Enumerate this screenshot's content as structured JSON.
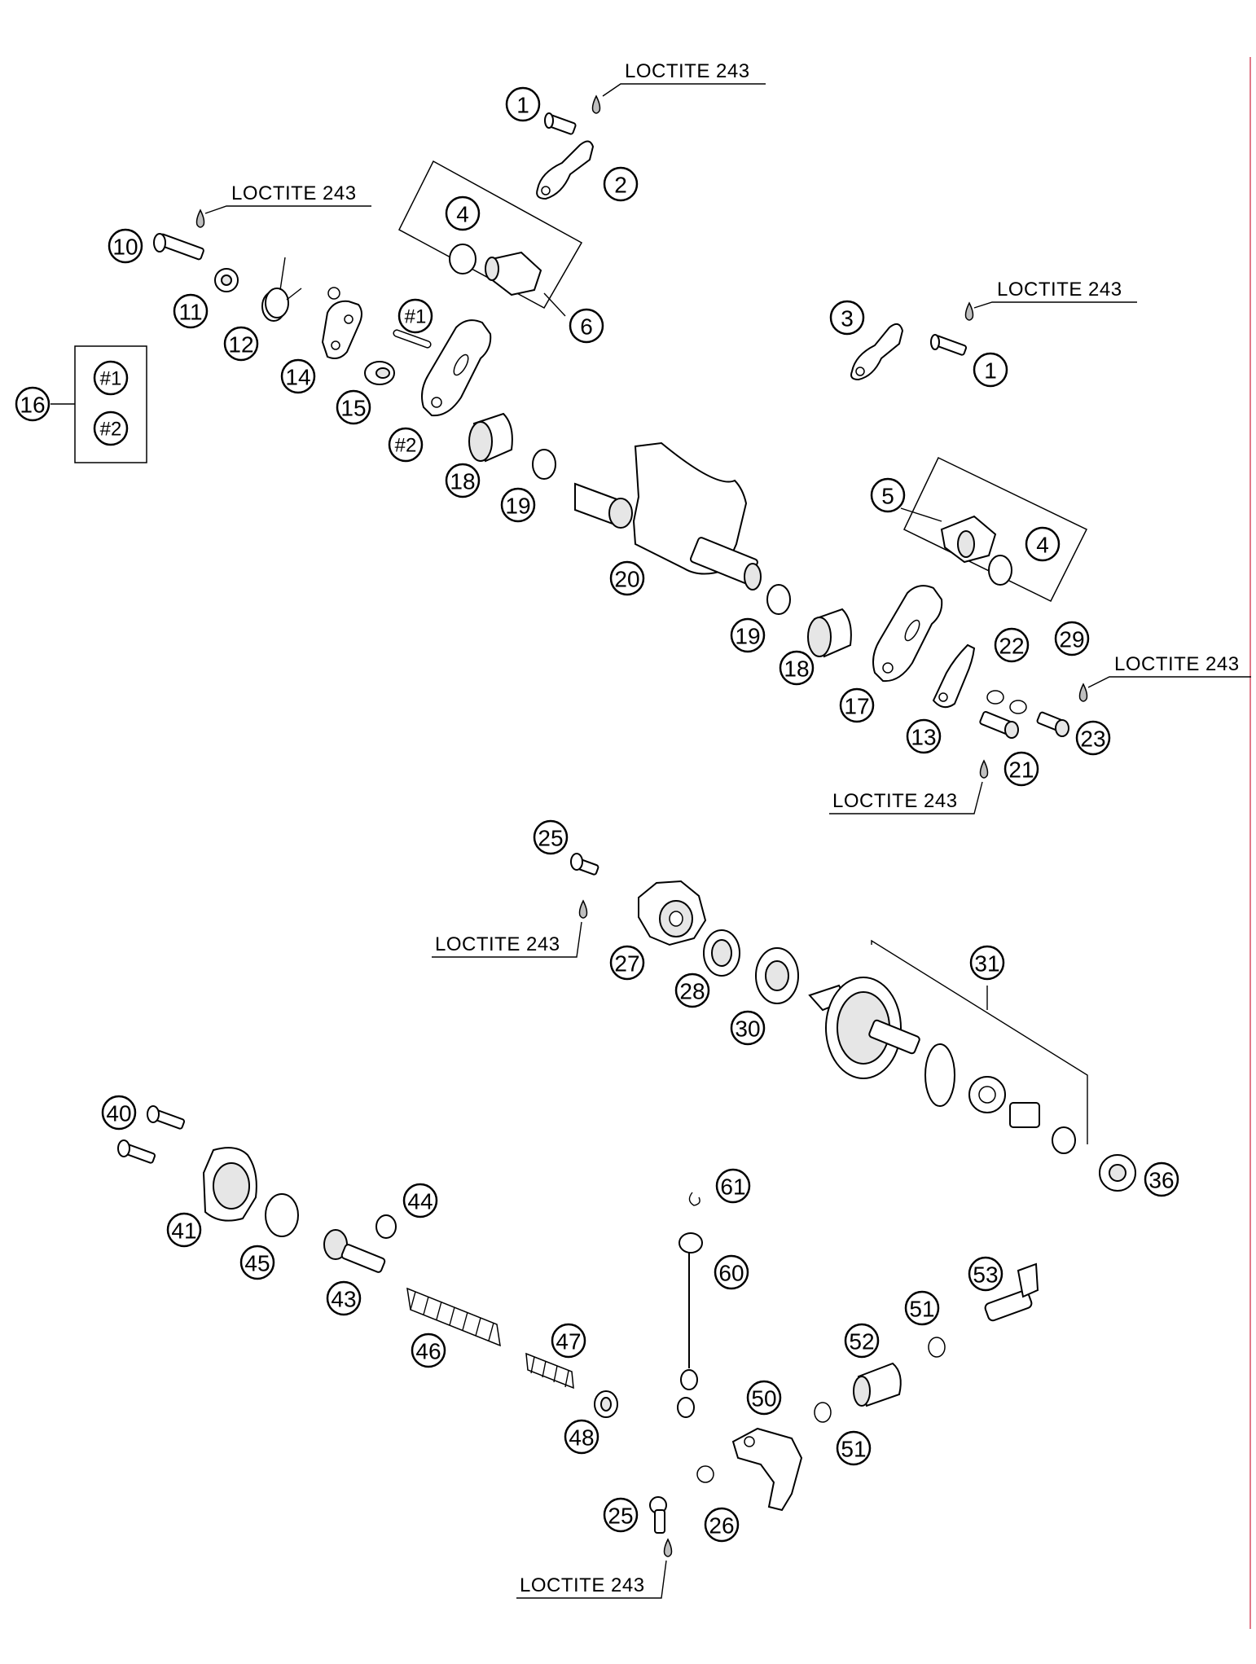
{
  "diagram": {
    "notes": [
      "LOCTITE 243",
      "LOCTITE 243",
      "LOCTITE 243",
      "LOCTITE 243",
      "LOCTITE 243",
      "LOCTITE 243",
      "LOCTITE 243"
    ],
    "callouts": [
      "1",
      "2",
      "4",
      "6",
      "10",
      "11",
      "12",
      "14",
      "15",
      "16",
      "#1",
      "#2",
      "#1",
      "#2",
      "3",
      "1",
      "18",
      "19",
      "20",
      "5",
      "4",
      "19",
      "18",
      "17",
      "13",
      "22",
      "29",
      "23",
      "21",
      "25",
      "27",
      "28",
      "30",
      "31",
      "36",
      "40",
      "41",
      "44",
      "45",
      "43",
      "46",
      "47",
      "48",
      "61",
      "60",
      "53",
      "51",
      "52",
      "51",
      "50",
      "25",
      "26"
    ],
    "colors": {
      "line": "#000000",
      "margin_rule": "#e07a8a"
    }
  }
}
